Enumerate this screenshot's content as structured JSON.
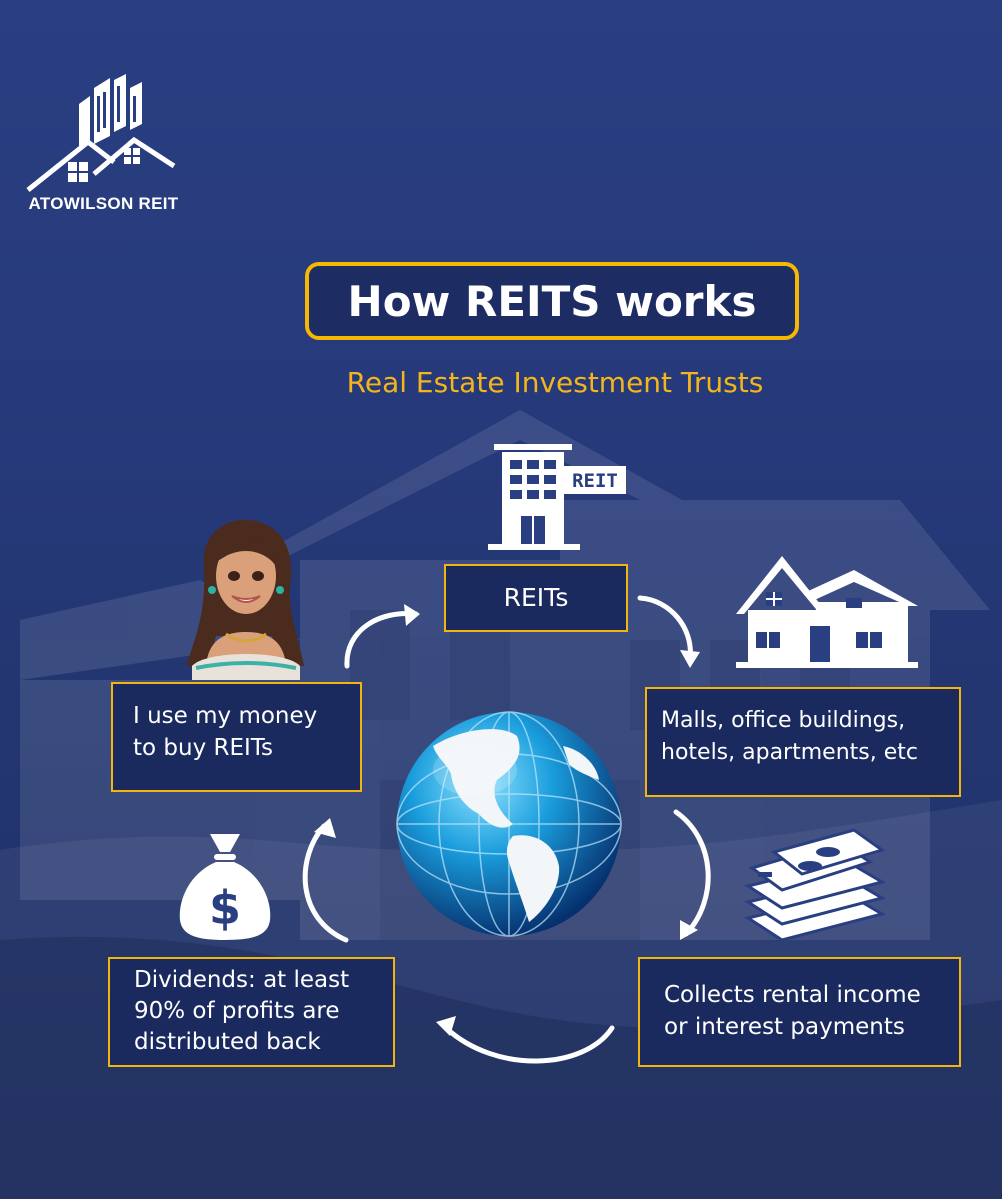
{
  "brand": {
    "name": "ATOWILSON REIT"
  },
  "title": "How REITS works",
  "subtitle": "Real Estate Investment Trusts",
  "icons": {
    "reit_building_label": "REIT",
    "reit_building": "office-building-icon",
    "house": "house-icon",
    "money_stack": "money-stack-icon",
    "money_bag": "money-bag-icon",
    "money_bag_symbol": "$",
    "globe": "globe-icon",
    "person": "investor-avatar"
  },
  "steps": {
    "reits": {
      "label": "REITs"
    },
    "buy": {
      "line1": "I use my money",
      "line2": "to buy REITs"
    },
    "properties": {
      "line1": "Malls, office buildings,",
      "line2": "hotels, apartments, etc"
    },
    "collect": {
      "line1": "Collects rental income",
      "line2": "or interest payments"
    },
    "dividends": {
      "line1": "Dividends: at least",
      "line2": "90% of profits are",
      "line3": "distributed back"
    }
  },
  "colors": {
    "accent": "#f2b40f",
    "background": "#26397a",
    "box_fill": "#1b2a5e",
    "text": "#ffffff"
  }
}
